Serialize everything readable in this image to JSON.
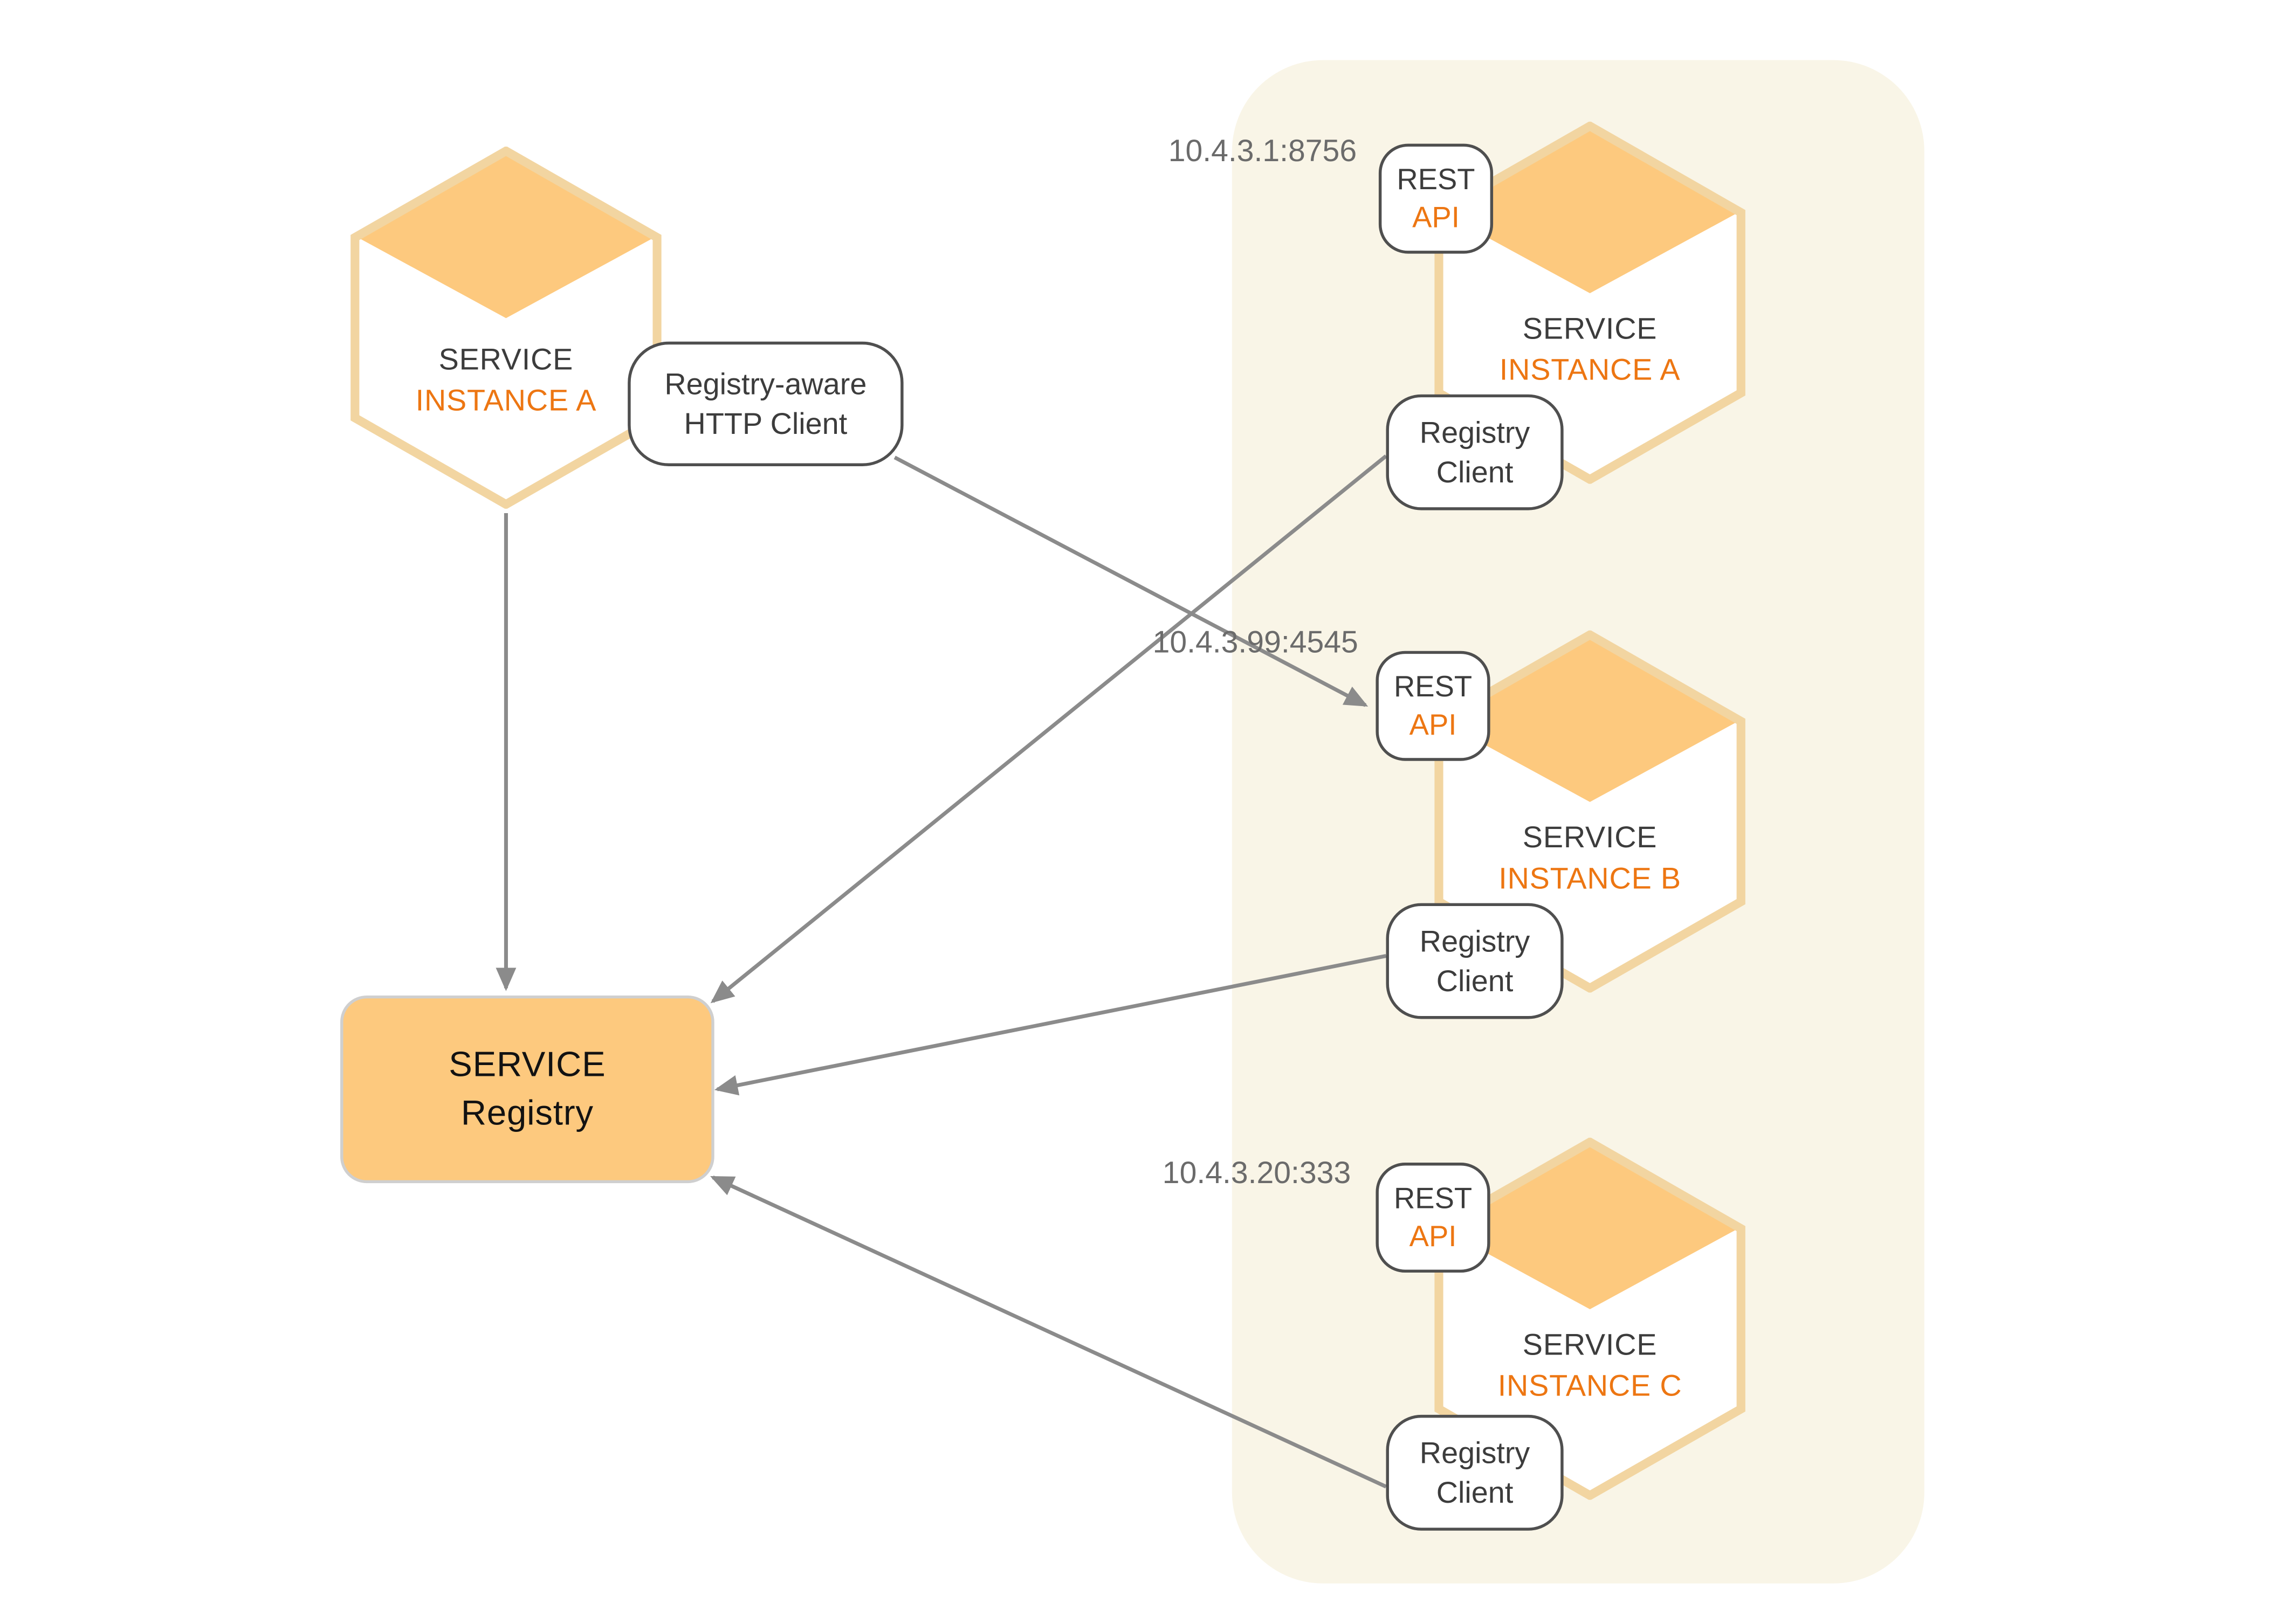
{
  "colors": {
    "orange_fill": "#FDC97E",
    "hex_border": "#F2D5A1",
    "orange_text": "#ED7612",
    "dark_text": "#3C3C3C",
    "ip_text": "#6B6B6B",
    "arrow_gray": "#8B8B8B",
    "panel_bg": "#F9F5E7",
    "box_border": "#4F4F4F"
  },
  "client_service": {
    "name_line1": "SERVICE",
    "name_line2": "INSTANCE A"
  },
  "http_client": {
    "line1": "Registry-aware",
    "line2": "HTTP Client"
  },
  "service_registry": {
    "line1": "SERVICE",
    "line2": "Registry"
  },
  "instances": [
    {
      "address": "10.4.3.1:8756",
      "api_line1": "REST",
      "api_line2": "API",
      "name_line1": "SERVICE",
      "name_line2": "INSTANCE A",
      "client_line1": "Registry",
      "client_line2": "Client"
    },
    {
      "address": "10.4.3.99:4545",
      "api_line1": "REST",
      "api_line2": "API",
      "name_line1": "SERVICE",
      "name_line2": "INSTANCE B",
      "client_line1": "Registry",
      "client_line2": "Client"
    },
    {
      "address": "10.4.3.20:333",
      "api_line1": "REST",
      "api_line2": "API",
      "name_line1": "SERVICE",
      "name_line2": "INSTANCE C",
      "client_line1": "Registry",
      "client_line2": "Client"
    }
  ]
}
